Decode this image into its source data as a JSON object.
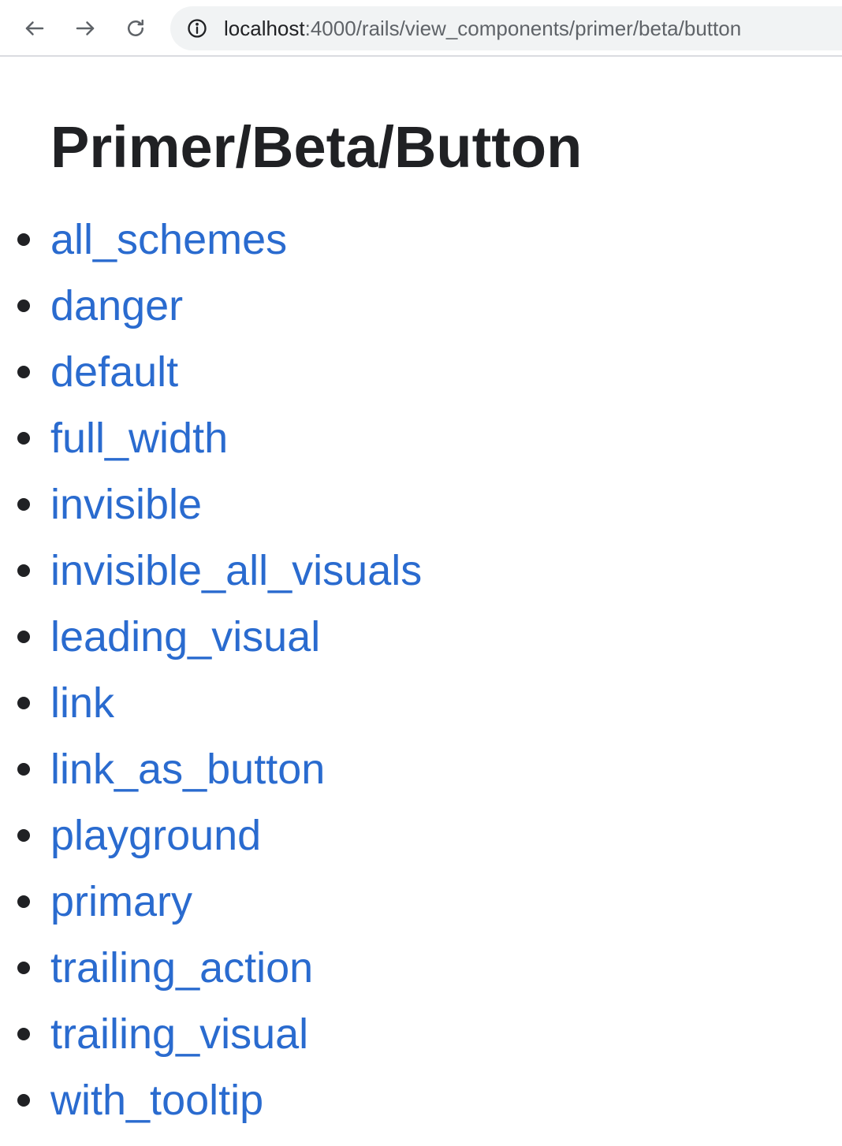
{
  "browser": {
    "url_host": "localhost",
    "url_rest": ":4000/rails/view_components/primer/beta/button",
    "icons": {
      "back": "arrow-left-icon",
      "forward": "arrow-right-icon",
      "reload": "reload-icon",
      "site_info": "info-circle-icon"
    }
  },
  "page": {
    "title": "Primer/Beta/Button",
    "examples": [
      "all_schemes",
      "danger",
      "default",
      "full_width",
      "invisible",
      "invisible_all_visuals",
      "leading_visual",
      "link",
      "link_as_button",
      "playground",
      "primary",
      "trailing_action",
      "trailing_visual",
      "with_tooltip"
    ]
  },
  "colors": {
    "link": "#2a6bcf",
    "heading": "#202124",
    "omnibox_bg": "#f1f3f4"
  }
}
